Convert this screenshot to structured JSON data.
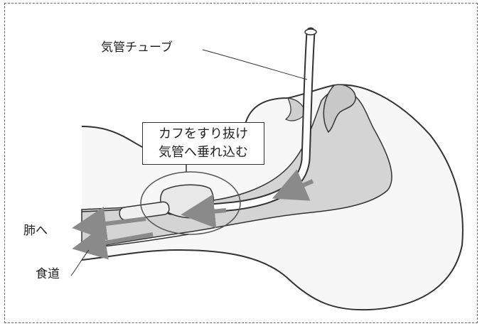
{
  "labels": {
    "tracheal_tube": "気管チューブ",
    "to_lungs": "肺へ",
    "esophagus": "食道"
  },
  "callout": {
    "line1": "カフをすり抜け",
    "line2": "気管へ垂れ込む"
  },
  "colors": {
    "shade": "#d4d4d4",
    "arrow": "#8a8a8a",
    "outline": "#333333"
  }
}
